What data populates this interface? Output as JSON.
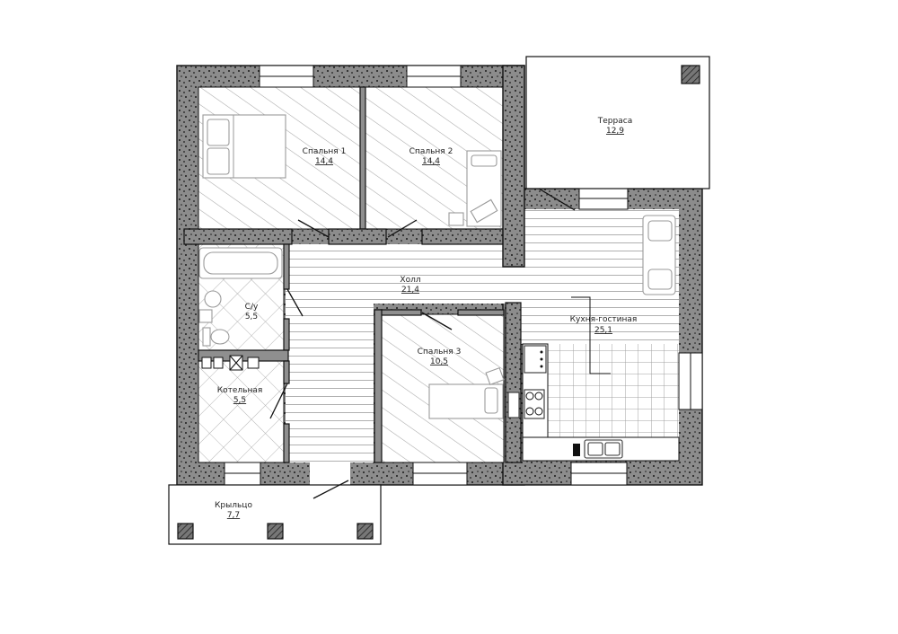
{
  "rooms": {
    "bedroom1": {
      "name": "Спальня 1",
      "area": "14,4"
    },
    "bedroom2": {
      "name": "Спальня 2",
      "area": "14,4"
    },
    "terrace": {
      "name": "Терраса",
      "area": "12,9"
    },
    "hall": {
      "name": "Холл",
      "area": "21,4"
    },
    "bathroom": {
      "name": "С/у",
      "area": "5,5"
    },
    "boiler": {
      "name": "Котельная",
      "area": "5,5"
    },
    "bedroom3": {
      "name": "Спальня 3",
      "area": "10,5"
    },
    "kitchen": {
      "name": "Кухня-гостиная",
      "area": "25,1"
    },
    "porch": {
      "name": "Крыльцо",
      "area": "7,7"
    }
  },
  "colors": {
    "wall_fill": "#8f8f8f",
    "line": "#111111",
    "hatch": "#9a9a9a"
  }
}
